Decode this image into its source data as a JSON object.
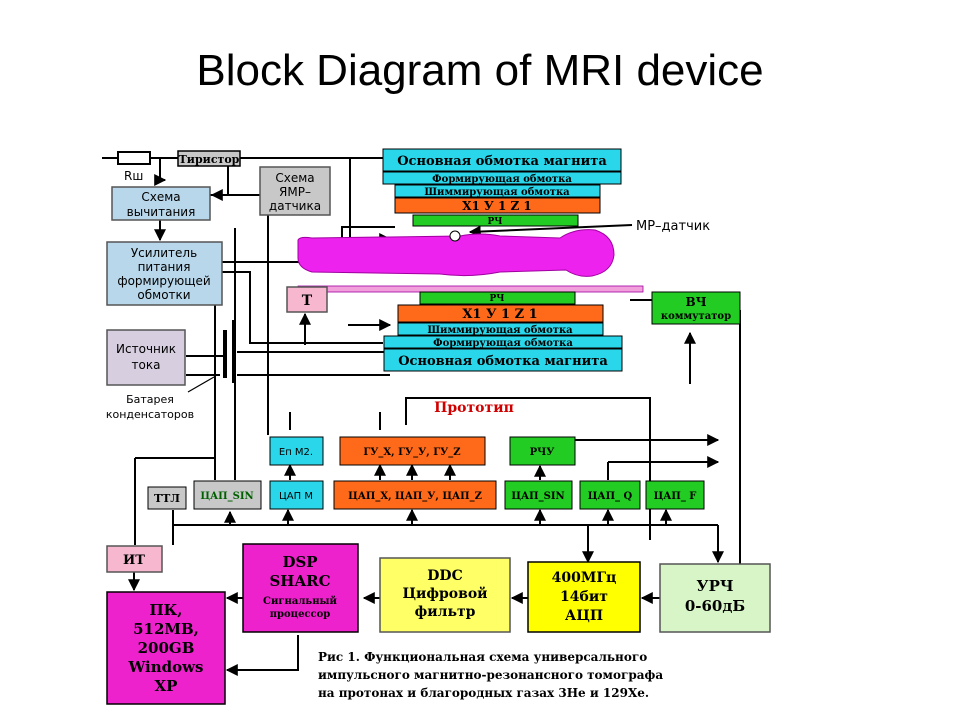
{
  "slide_title": "Block Diagram of MRI device",
  "colors": {
    "cyan": "#2ad7ea",
    "light_blue": "#b9d7ea",
    "orange": "#ff6a1a",
    "green": "#22cc22",
    "magenta": "#ee22cc",
    "pink": "#f7b8cf",
    "yellow": "#ffff66",
    "light_green": "#d8f5c8",
    "grey": "#c8c8c8",
    "dark_red": "#d00000"
  },
  "labels": {
    "resistor": "Rш",
    "thyristor": "Тиристор",
    "subtract1": "Схема",
    "subtract2": "вычитания",
    "nmr1": "Схема",
    "nmr2": "ЯМР–",
    "nmr3": "датчика",
    "amp1": "Усилитель",
    "amp2": "питания",
    "amp3": "формирующей",
    "amp4": "обмотки",
    "src1": "Источник",
    "src2": "тока",
    "battery1": "Батарея",
    "battery2": "конденсаторов",
    "main_coil": "Основная обмотка магнита",
    "forming_coil": "Формирующая обмотка",
    "shim_coil": "Шиммирующая обмотка",
    "xyz": "X1 У 1 Z 1",
    "rch": "РЧ",
    "mr_sensor": "МР–датчик",
    "t": "Т",
    "hf1": "ВЧ",
    "hf2": "коммутатор",
    "prototype": "Прототип",
    "ep_m2": "Еп  М2.",
    "gu": "ГУ_X, ГУ_У, ГУ_Z",
    "rchu": "РЧУ",
    "ttl": "ТТЛ",
    "dac_sin_grey": "ЦАП_SIN",
    "dac_m": "ЦАП  М",
    "dac_xyz": "ЦАП_X, ЦАП_У, ЦАП_Z",
    "dac_sin_green": "ЦАП_SIN",
    "dac_q": "ЦАП_ Q",
    "dac_f": "ЦАП_ F",
    "it": "ИТ",
    "dsp1": "DSP",
    "dsp2": "SHARC",
    "dsp3": "Сигнальный",
    "dsp4": "процессор",
    "ddc1": "DDC",
    "ddc2": "Цифровой",
    "ddc3": "фильтр",
    "adc1": "400МГц",
    "adc2": "14бит",
    "adc3": "АЦП",
    "urch1": "УРЧ",
    "urch2": "0-60дБ",
    "pc1": "ПК,",
    "pc2": "512MB,",
    "pc3": "200GB",
    "pc4": "Windows",
    "pc5": "XP",
    "caption1": "Рис 1. Функциональная схема универсального",
    "caption2": "импульсного магнитно-резонансного томографа",
    "caption3": "на протонах и благородных газах 3He и 129Xe."
  }
}
